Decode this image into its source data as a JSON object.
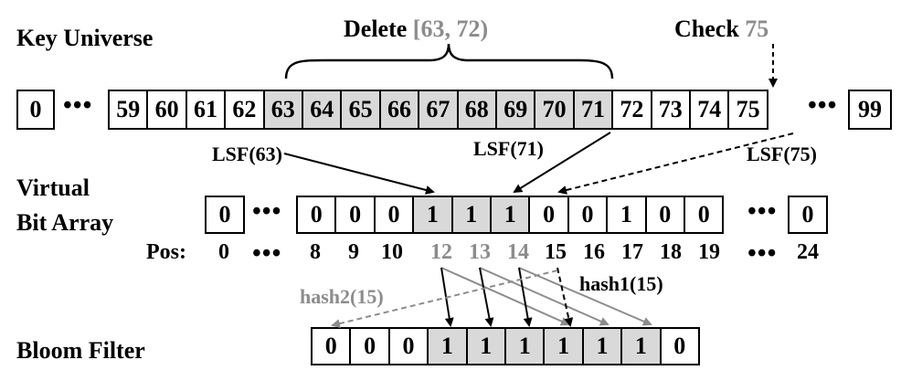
{
  "labels": {
    "key_universe": "Key Universe",
    "virtual_bit_array_line1": "Virtual",
    "virtual_bit_array_line2": "Bit Array",
    "bloom_filter": "Bloom Filter",
    "pos": "Pos:"
  },
  "annotations": {
    "delete_text": "Delete",
    "delete_range": "[63, 72)",
    "check_text": "Check",
    "check_value": "75",
    "lsf_63": "LSF(63)",
    "lsf_71": "LSF(71)",
    "lsf_75": "LSF(75)",
    "hash1": "hash1(15)",
    "hash2": "hash2(15)"
  },
  "ellipsis": "•••",
  "key_universe": {
    "first": "0",
    "cells": [
      "59",
      "60",
      "61",
      "62",
      "63",
      "64",
      "65",
      "66",
      "67",
      "68",
      "69",
      "70",
      "71",
      "72",
      "73",
      "74",
      "75"
    ],
    "shaded": [
      "63",
      "64",
      "65",
      "66",
      "67",
      "68",
      "69",
      "70",
      "71"
    ],
    "last": "99"
  },
  "virtual_bit_array": {
    "first": "0",
    "cells": [
      "0",
      "0",
      "0",
      "1",
      "1",
      "1",
      "0",
      "0",
      "1",
      "0",
      "0"
    ],
    "shaded_indexes": [
      3,
      4,
      5
    ],
    "last": "0",
    "positions": [
      "0",
      "8",
      "9",
      "10",
      "12",
      "13",
      "14",
      "15",
      "16",
      "17",
      "18",
      "19",
      "24"
    ],
    "gray_positions": [
      "12",
      "13",
      "14"
    ]
  },
  "bloom_filter": {
    "cells": [
      "0",
      "0",
      "0",
      "1",
      "1",
      "1",
      "1",
      "1",
      "1",
      "0"
    ],
    "shaded_indexes": [
      3,
      4,
      5,
      6,
      7,
      8
    ]
  },
  "colors": {
    "shade": "#d9d9d9",
    "gray": "#8c8c8c",
    "black": "#000000"
  }
}
